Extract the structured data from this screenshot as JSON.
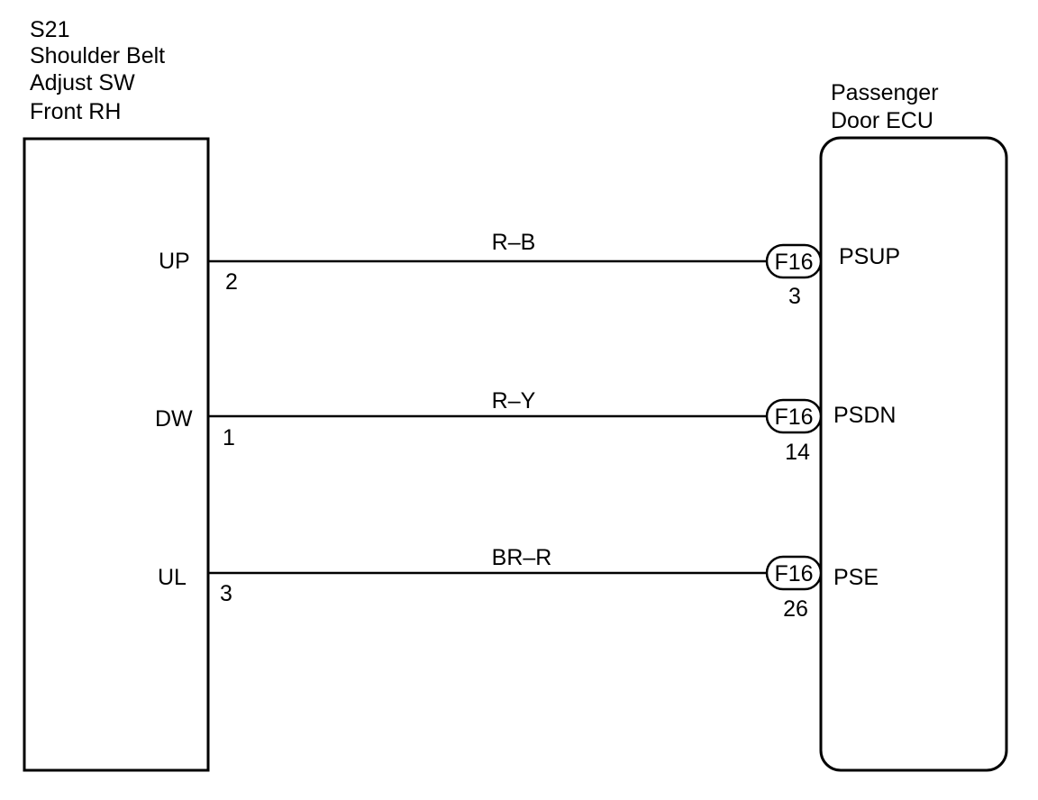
{
  "switch": {
    "code": "S21",
    "name_line1": "Shoulder Belt",
    "name_line2": "Adjust SW",
    "name_line3": "Front RH"
  },
  "ecu": {
    "name_line1": "Passenger",
    "name_line2": "Door ECU"
  },
  "circuits": [
    {
      "sw_terminal": "UP",
      "sw_pin": "2",
      "wire_color": "R–B",
      "connector": "F16",
      "ecu_pin": "3",
      "ecu_terminal": "PSUP"
    },
    {
      "sw_terminal": "DW",
      "sw_pin": "1",
      "wire_color": "R–Y",
      "connector": "F16",
      "ecu_pin": "14",
      "ecu_terminal": "PSDN"
    },
    {
      "sw_terminal": "UL",
      "sw_pin": "3",
      "wire_color": "BR–R",
      "connector": "F16",
      "ecu_pin": "26",
      "ecu_terminal": "PSE"
    }
  ]
}
